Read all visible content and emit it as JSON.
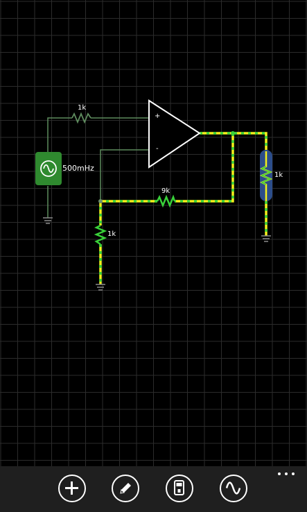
{
  "circuit": {
    "input_resistor_label": "1k",
    "source_label": "500mHz",
    "opamp_plus": "+",
    "opamp_minus": "-",
    "feedback_resistor_label": "9k",
    "ground_resistor_label": "1k",
    "load_resistor_label": "1k"
  },
  "colors": {
    "background": "#000000",
    "grid": "#2c2c2c",
    "wire": "#5e8c5e",
    "active_wire": "#f4ef1a",
    "active_wire_dash": "#39d239",
    "source_fill": "#2f8a2f",
    "load_highlight": "#2c4d8a"
  },
  "app_bar": {
    "buttons": [
      {
        "icon": "plus-icon"
      },
      {
        "icon": "pencil-icon"
      },
      {
        "icon": "multimeter-icon"
      },
      {
        "icon": "sine-wave-icon"
      }
    ],
    "more_icon": "ellipsis-icon"
  }
}
